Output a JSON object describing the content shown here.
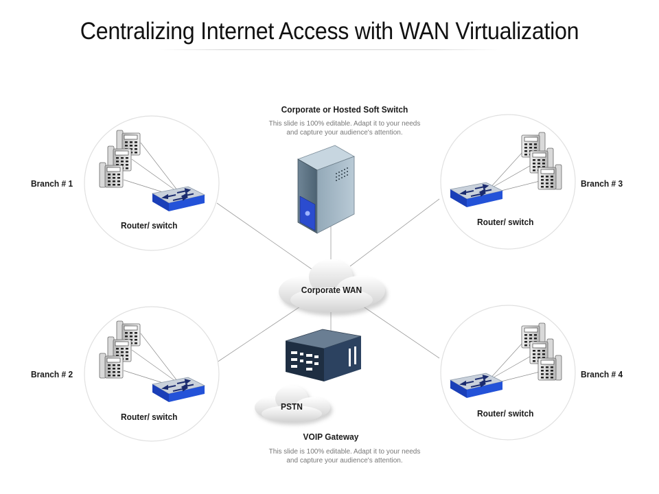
{
  "title": "Centralizing Internet Access with WAN Virtualization",
  "soft_switch": {
    "label": "Corporate or Hosted Soft Switch",
    "desc_line1": "This slide is 100% editable. Adapt it to your needs",
    "desc_line2": "and capture your audience's attention."
  },
  "wan_label": "Corporate WAN",
  "pstn_label": "PSTN",
  "voip": {
    "label": "VOIP Gateway",
    "desc_line1": "This slide is 100% editable. Adapt it to your needs",
    "desc_line2": "and capture your audience's attention."
  },
  "branches": [
    {
      "name": "Branch # 1",
      "router_label": "Router/ switch"
    },
    {
      "name": "Branch # 2",
      "router_label": "Router/ switch"
    },
    {
      "name": "Branch # 3",
      "router_label": "Router/ switch"
    },
    {
      "name": "Branch # 4",
      "router_label": "Router/ switch"
    }
  ],
  "colors": {
    "switch_blue": "#1f4fd1",
    "server_blue": "#2b4ccf",
    "gateway_navy": "#22364f"
  }
}
